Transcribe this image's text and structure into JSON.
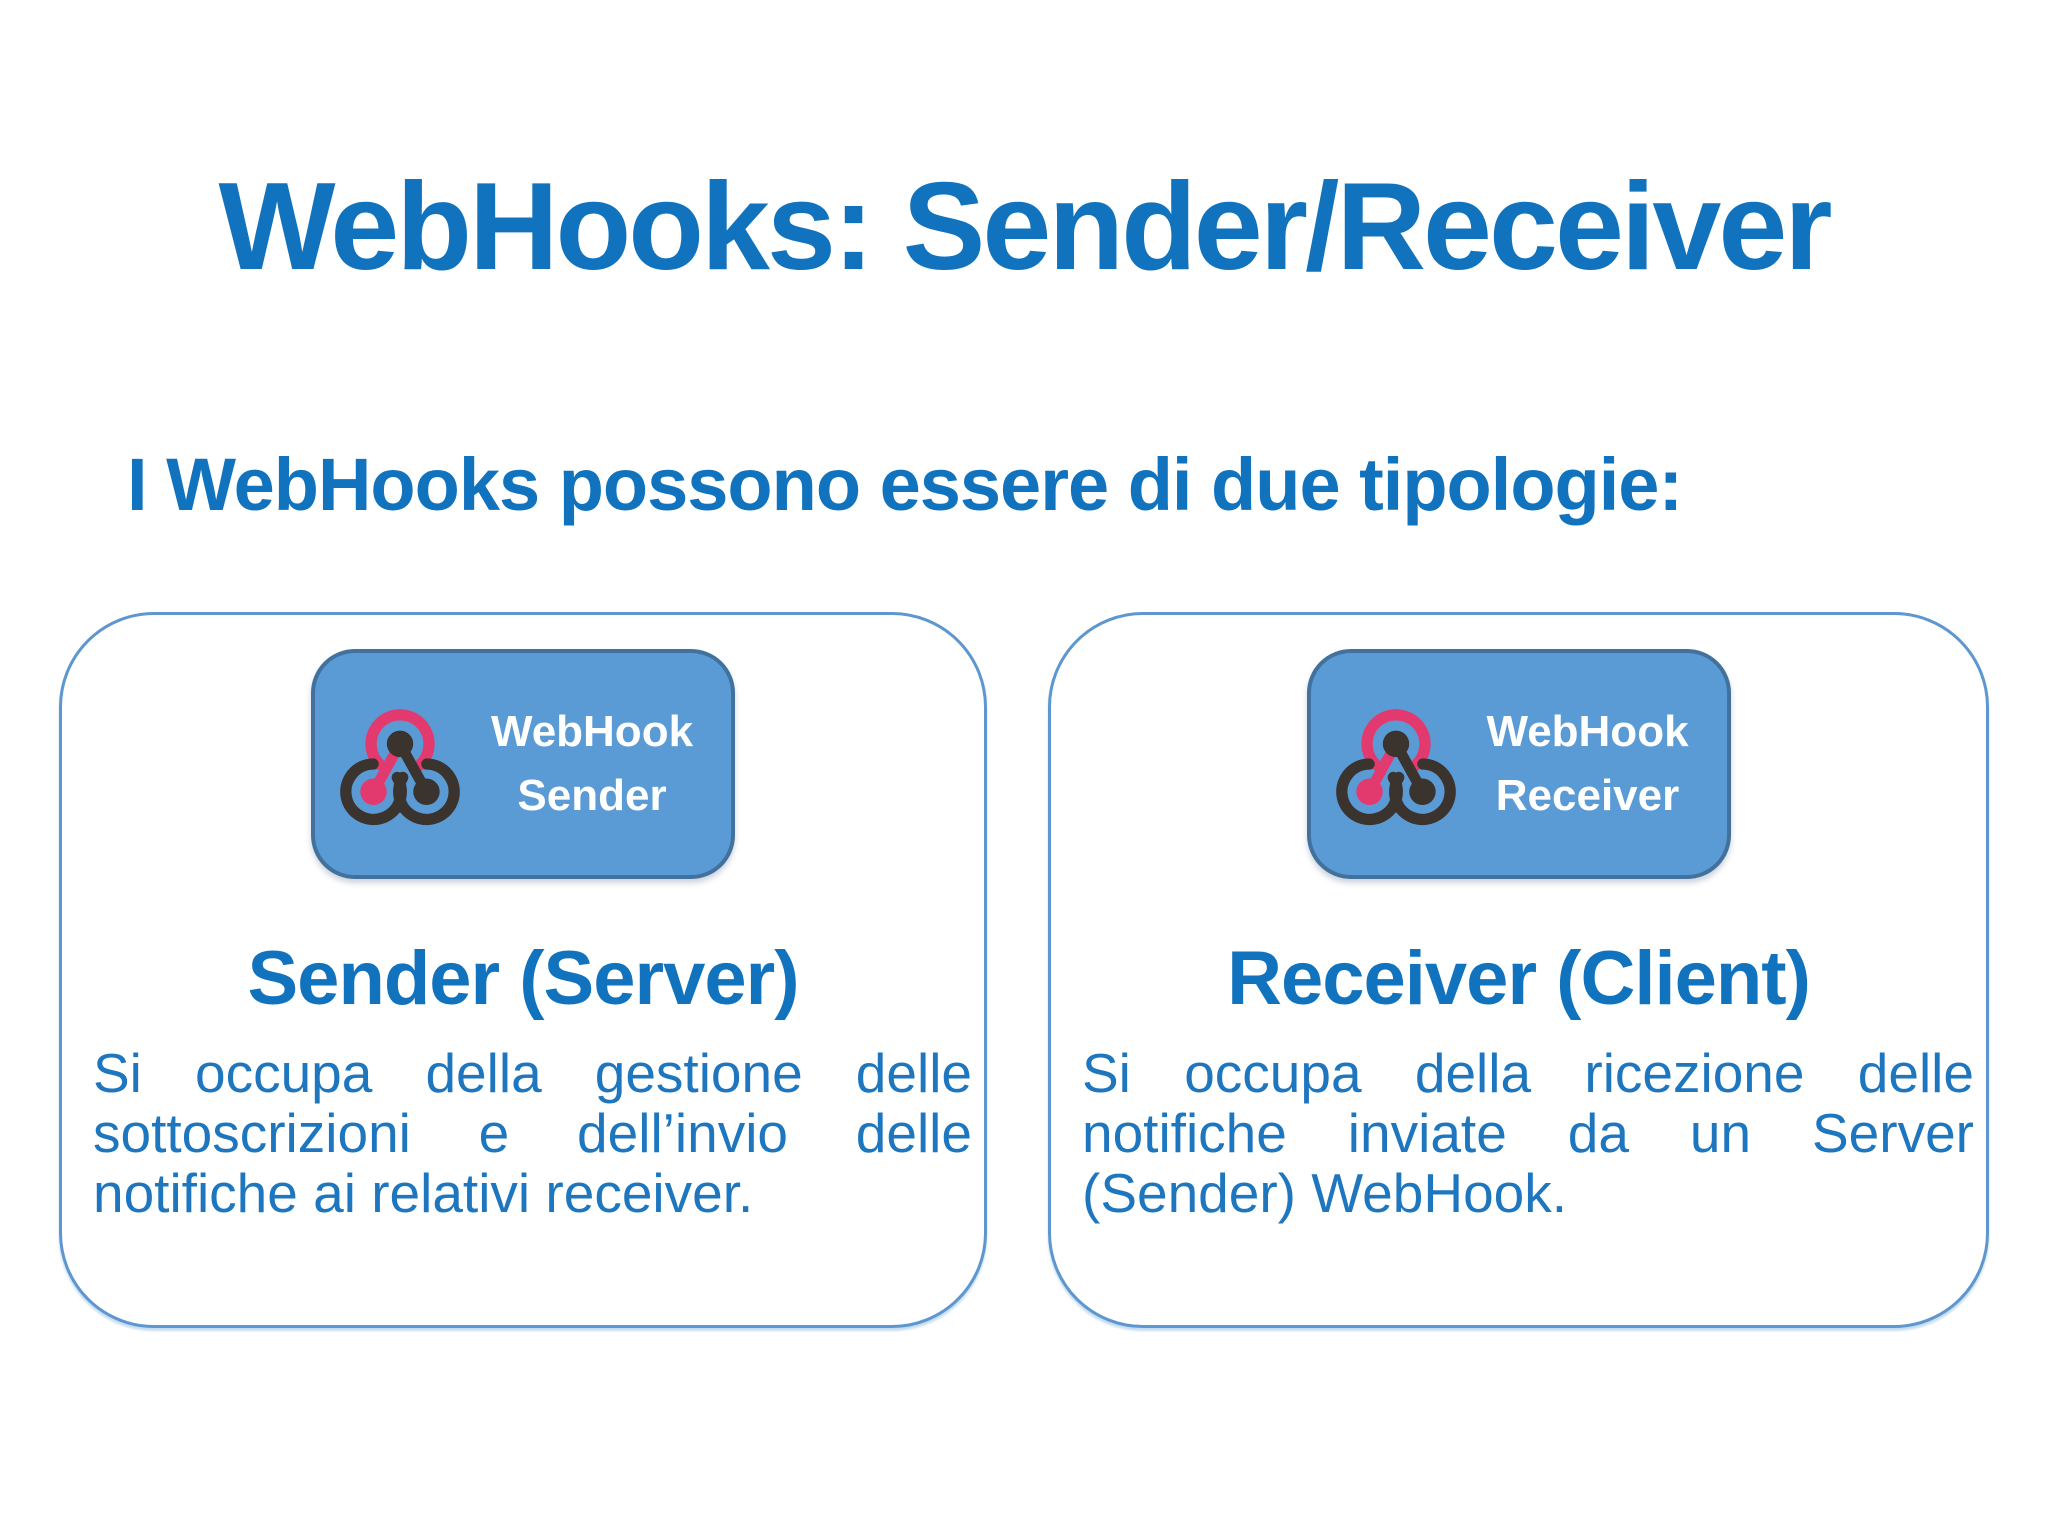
{
  "colors": {
    "accent-blue": "#1173BD",
    "body-blue": "#1E76BE",
    "badge-blue": "#5B9BD5",
    "badge-border": "#41719C",
    "card-border": "#5E97D0",
    "icon-pink": "#E23A6E",
    "icon-dark": "#3A332E",
    "badge-text": "#FFFFFF"
  },
  "title": "WebHooks: Sender/Receiver",
  "subtitle": "I WebHooks possono essere di due tipologie:",
  "cards": [
    {
      "badge": {
        "icon": "webhook-icon",
        "line1": "WebHook",
        "line2": "Sender"
      },
      "heading": "Sender (Server)",
      "body_lines": [
        "Si occupa della gestione delle",
        "sottoscrizioni e dell’invio delle",
        "notifiche ai relativi receiver."
      ]
    },
    {
      "badge": {
        "icon": "webhook-icon",
        "line1": "WebHook",
        "line2": "Receiver"
      },
      "heading": "Receiver (Client)",
      "body_lines": [
        "Si occupa della ricezione delle",
        "notifiche inviate da un Server",
        "(Sender) WebHook."
      ]
    }
  ]
}
